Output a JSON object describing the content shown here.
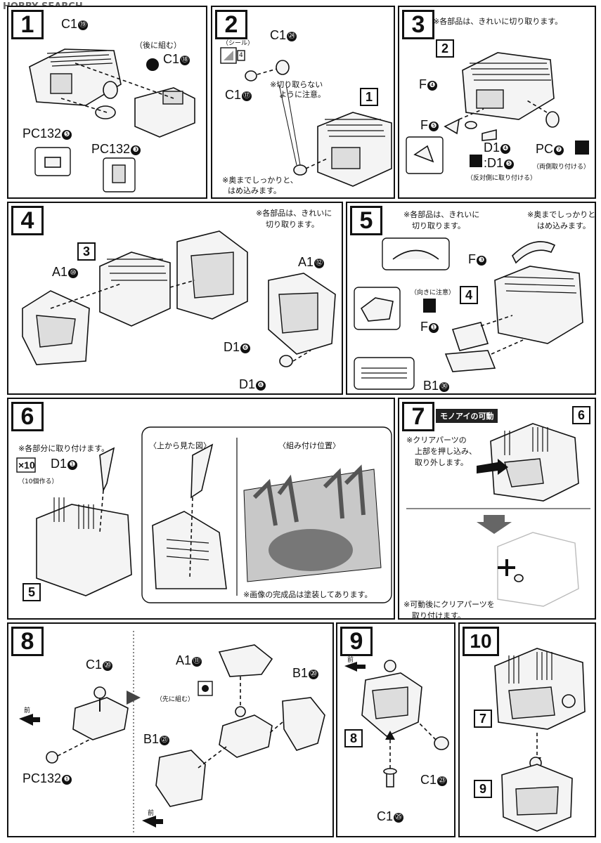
{
  "header": {
    "logo": "HOBBY SEARCH"
  },
  "steps": {
    "s1": {
      "num": "1",
      "c19": "C1",
      "c19n": "⑲",
      "after_note": "（後に組む）",
      "c18": "C1",
      "c18n": "⑱",
      "pc5": "PC132",
      "pc5n": "❺",
      "pc3": "PC132",
      "pc3n": "❸"
    },
    "s2": {
      "num": "2",
      "seal": "（シール）",
      "seal_no": "4",
      "c24": "C1",
      "c24n": "㉔",
      "c17": "C1",
      "c17n": "⑰",
      "caution": "※切り取らない",
      "caution2": "ように注意。",
      "ref": "1",
      "push": "※奥までしっかりと、",
      "push2": "はめ込みます。"
    },
    "s3": {
      "num": "3",
      "note": "※各部品は、きれいに切り取ります。",
      "ref": "2",
      "f4": "F",
      "f4n": "❹",
      "f5": "F",
      "f5n": "❺",
      "d14": "D1",
      "d14n": "❹",
      "d15": ":D1",
      "d15n": "❺",
      "d15note": "（反対側に取り付ける）",
      "pc7": "PC",
      "pc7n": "❼",
      "pc7note": "（両側取り付ける）"
    },
    "s4": {
      "num": "4",
      "note1": "※各部品は、きれいに",
      "note2": "切り取ります。",
      "ref": "3",
      "a10": "A1",
      "a10n": "⑩",
      "a12": "A1",
      "a12n": "⑫",
      "d16a": "D1",
      "d16an": "❻",
      "d16b": "D1",
      "d16bn": "❻"
    },
    "s5": {
      "num": "5",
      "note1": "※各部品は、きれいに",
      "note2": "切り取ります。",
      "push1": "※奥までしっかりと、",
      "push2": "はめ込みます。",
      "f3": "F",
      "f3n": "❸",
      "orient": "（向きに注意）",
      "ref": "4",
      "f1": "F",
      "f1n": "❶",
      "b30": "B1",
      "b30n": "㉚"
    },
    "s6": {
      "num": "6",
      "note": "※各部分に取り付けます。",
      "x10": "×10",
      "d11": "D1",
      "d11n": "❶",
      "make10": "（10個作る）",
      "ref": "5",
      "topview": "〈上から見た図〉",
      "pos": "〈組み付け位置〉",
      "painted": "※画像の完成品は塗装してあります。"
    },
    "s7": {
      "num": "7",
      "banner": "モノアイの可動",
      "ref": "6",
      "n1": "※クリアパーツの",
      "n2": "上部を押し込み、",
      "n3": "取り外します。",
      "after1": "※可動後にクリアパーツを",
      "after2": "取り付けます。"
    },
    "s8": {
      "num": "8",
      "c20": "C1",
      "c20n": "⑳",
      "front": "前",
      "pc1": "PC132",
      "pc1n": "❶",
      "a11": "A1",
      "a11n": "⑪",
      "first": "（先に組む）",
      "b20": "B1",
      "b20n": "⑳",
      "b21": "B1",
      "b21n": "㉑",
      "front2": "前"
    },
    "s9": {
      "num": "9",
      "front": "前",
      "ref": "8",
      "c23": "C1",
      "c23n": "㉓",
      "c25": "C1",
      "c25n": "㉕"
    },
    "s10": {
      "num": "10",
      "ref7": "7",
      "ref9": "9"
    }
  }
}
